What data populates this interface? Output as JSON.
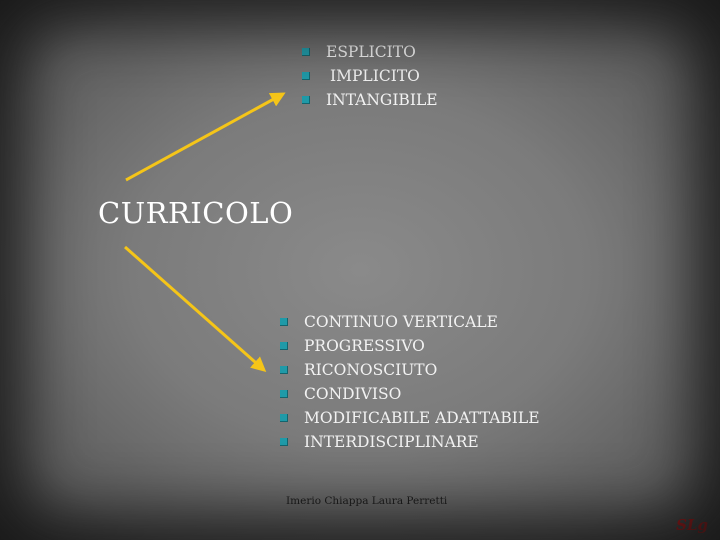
{
  "top_list": [
    "ESPLICITO",
    "IMPLICITO",
    "INTANGIBILE"
  ],
  "title": "CURRICOLO",
  "bottom_list": [
    "CONTINUO VERTICALE",
    "PROGRESSIVO",
    "RICONOSCIUTO",
    "CONDIVISO",
    "MODIFICABILE ADATTABILE",
    "INTERDISCIPLINARE"
  ],
  "footer": "Imerio Chiappa Laura Perretti",
  "logo": "SLg",
  "colors": {
    "bullet": "#1f9aa8",
    "arrow": "#f5c518",
    "logo": "#d01010"
  }
}
